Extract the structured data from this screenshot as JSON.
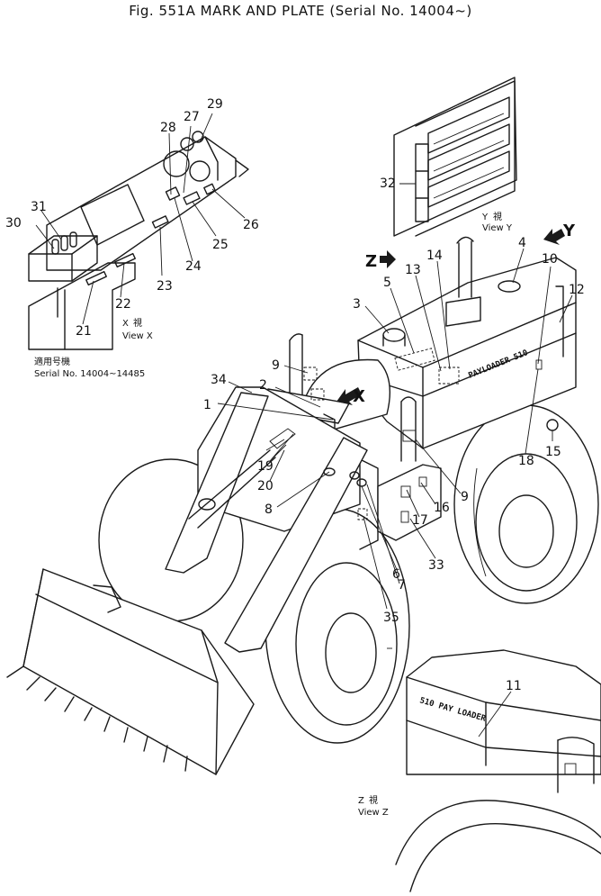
{
  "title": "Fig. 551A  MARK AND PLATE (Serial No. 14004~)",
  "views": {
    "x_label": "X",
    "x_kanji": "視",
    "x_caption": "View  X",
    "y_label": "Y",
    "y_kanji": "視",
    "y_caption": "View  Y",
    "z_label": "Z",
    "z_kanji": "視",
    "z_caption": "View  Z"
  },
  "serial_note": {
    "line1": "適用号機",
    "line2": "Serial No. 14004~14485"
  },
  "decals": {
    "side": "PAYLOADER 510",
    "rear": "510 PAY LOADER"
  },
  "parts": [
    {
      "no": "1"
    },
    {
      "no": "2"
    },
    {
      "no": "3"
    },
    {
      "no": "4"
    },
    {
      "no": "5"
    },
    {
      "no": "6"
    },
    {
      "no": "7"
    },
    {
      "no": "8"
    },
    {
      "no": "9"
    },
    {
      "no": "9"
    },
    {
      "no": "10"
    },
    {
      "no": "11"
    },
    {
      "no": "12"
    },
    {
      "no": "13"
    },
    {
      "no": "14"
    },
    {
      "no": "15"
    },
    {
      "no": "16"
    },
    {
      "no": "17"
    },
    {
      "no": "18"
    },
    {
      "no": "19"
    },
    {
      "no": "20"
    },
    {
      "no": "21"
    },
    {
      "no": "22"
    },
    {
      "no": "23"
    },
    {
      "no": "24"
    },
    {
      "no": "25"
    },
    {
      "no": "26"
    },
    {
      "no": "27"
    },
    {
      "no": "28"
    },
    {
      "no": "29"
    },
    {
      "no": "30"
    },
    {
      "no": "31"
    },
    {
      "no": "32"
    },
    {
      "no": "33"
    },
    {
      "no": "34"
    },
    {
      "no": "35"
    }
  ]
}
